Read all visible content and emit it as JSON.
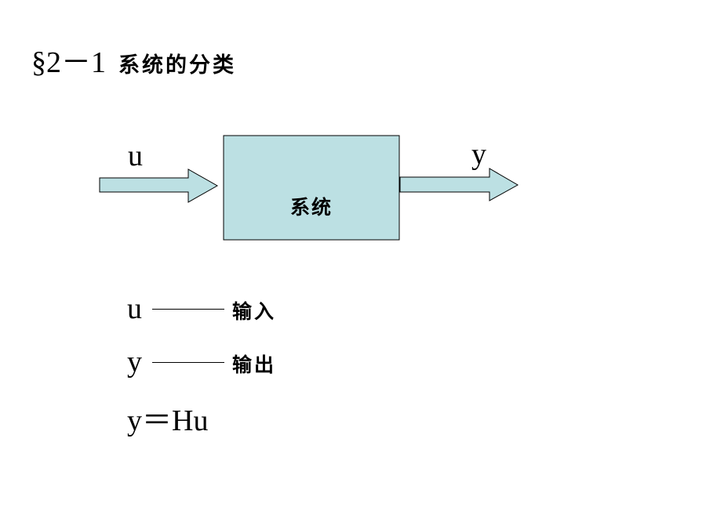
{
  "title": {
    "prefix": "§2－1",
    "text": "系统的分类"
  },
  "diagram": {
    "input_label": "u",
    "output_label": "y",
    "box_label": "系统",
    "box_fill": "#bce0e3",
    "arrow_fill": "#bce0e3",
    "stroke_color": "#000000"
  },
  "legend": [
    {
      "symbol": "u",
      "description": "输入"
    },
    {
      "symbol": "y",
      "description": "输出"
    }
  ],
  "equation": "y＝Hu"
}
